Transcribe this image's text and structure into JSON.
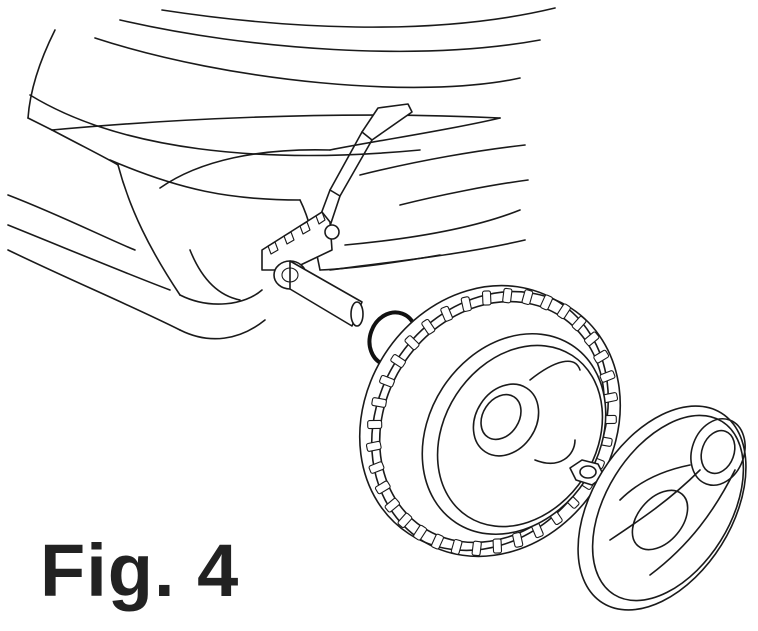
{
  "figure": {
    "label": "Fig. 4"
  },
  "parts": [
    {
      "name": "mower-deck",
      "icon": "mower-deck-outline"
    },
    {
      "name": "height-adjust-lever",
      "icon": "lever-outline"
    },
    {
      "name": "axle-shaft",
      "icon": "axle-outline"
    },
    {
      "name": "washer-ring",
      "icon": "ring-outline"
    },
    {
      "name": "rear-wheel",
      "icon": "wheel-outline",
      "tread_blocks": 36
    },
    {
      "name": "hex-nut",
      "icon": "nut-outline"
    },
    {
      "name": "hub-cap",
      "icon": "hubcap-outline"
    }
  ],
  "colors": {
    "line": "#1a1a1a",
    "background": "#ffffff",
    "label": "#222222"
  }
}
